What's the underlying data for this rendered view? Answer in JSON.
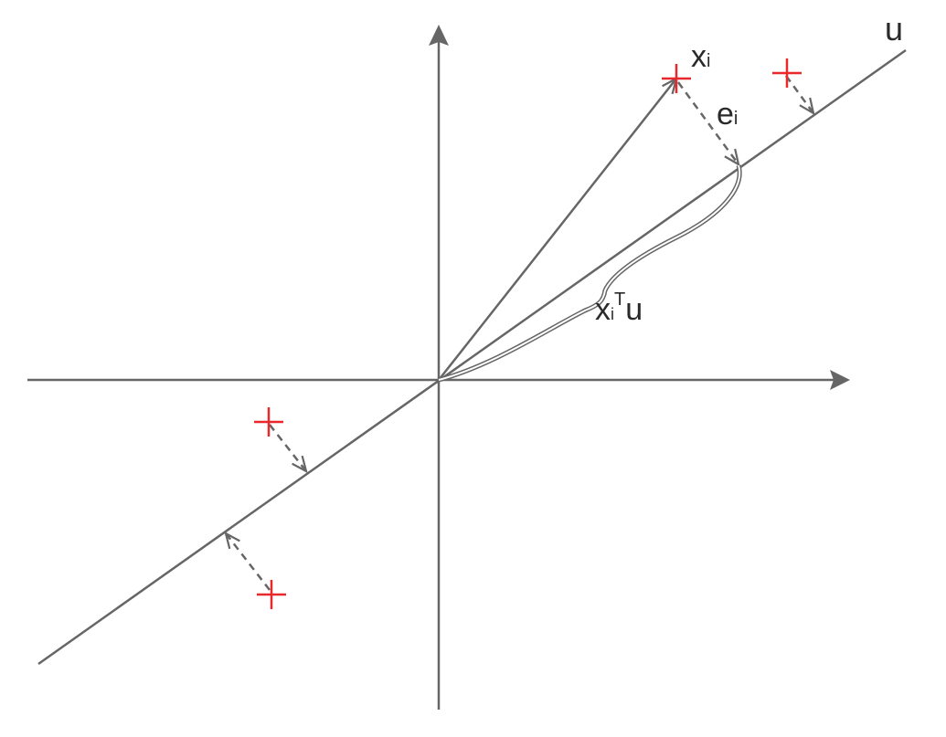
{
  "labels": {
    "axis_line": "u",
    "point": "x",
    "point_sub": "i",
    "error": "e",
    "error_sub": "i",
    "projection": "x",
    "projection_sub": "i",
    "projection_sup": "T",
    "projection_tail": "u"
  },
  "colors": {
    "lines": "#666666",
    "points": "#e8282b",
    "text": "#2a2a2a"
  }
}
